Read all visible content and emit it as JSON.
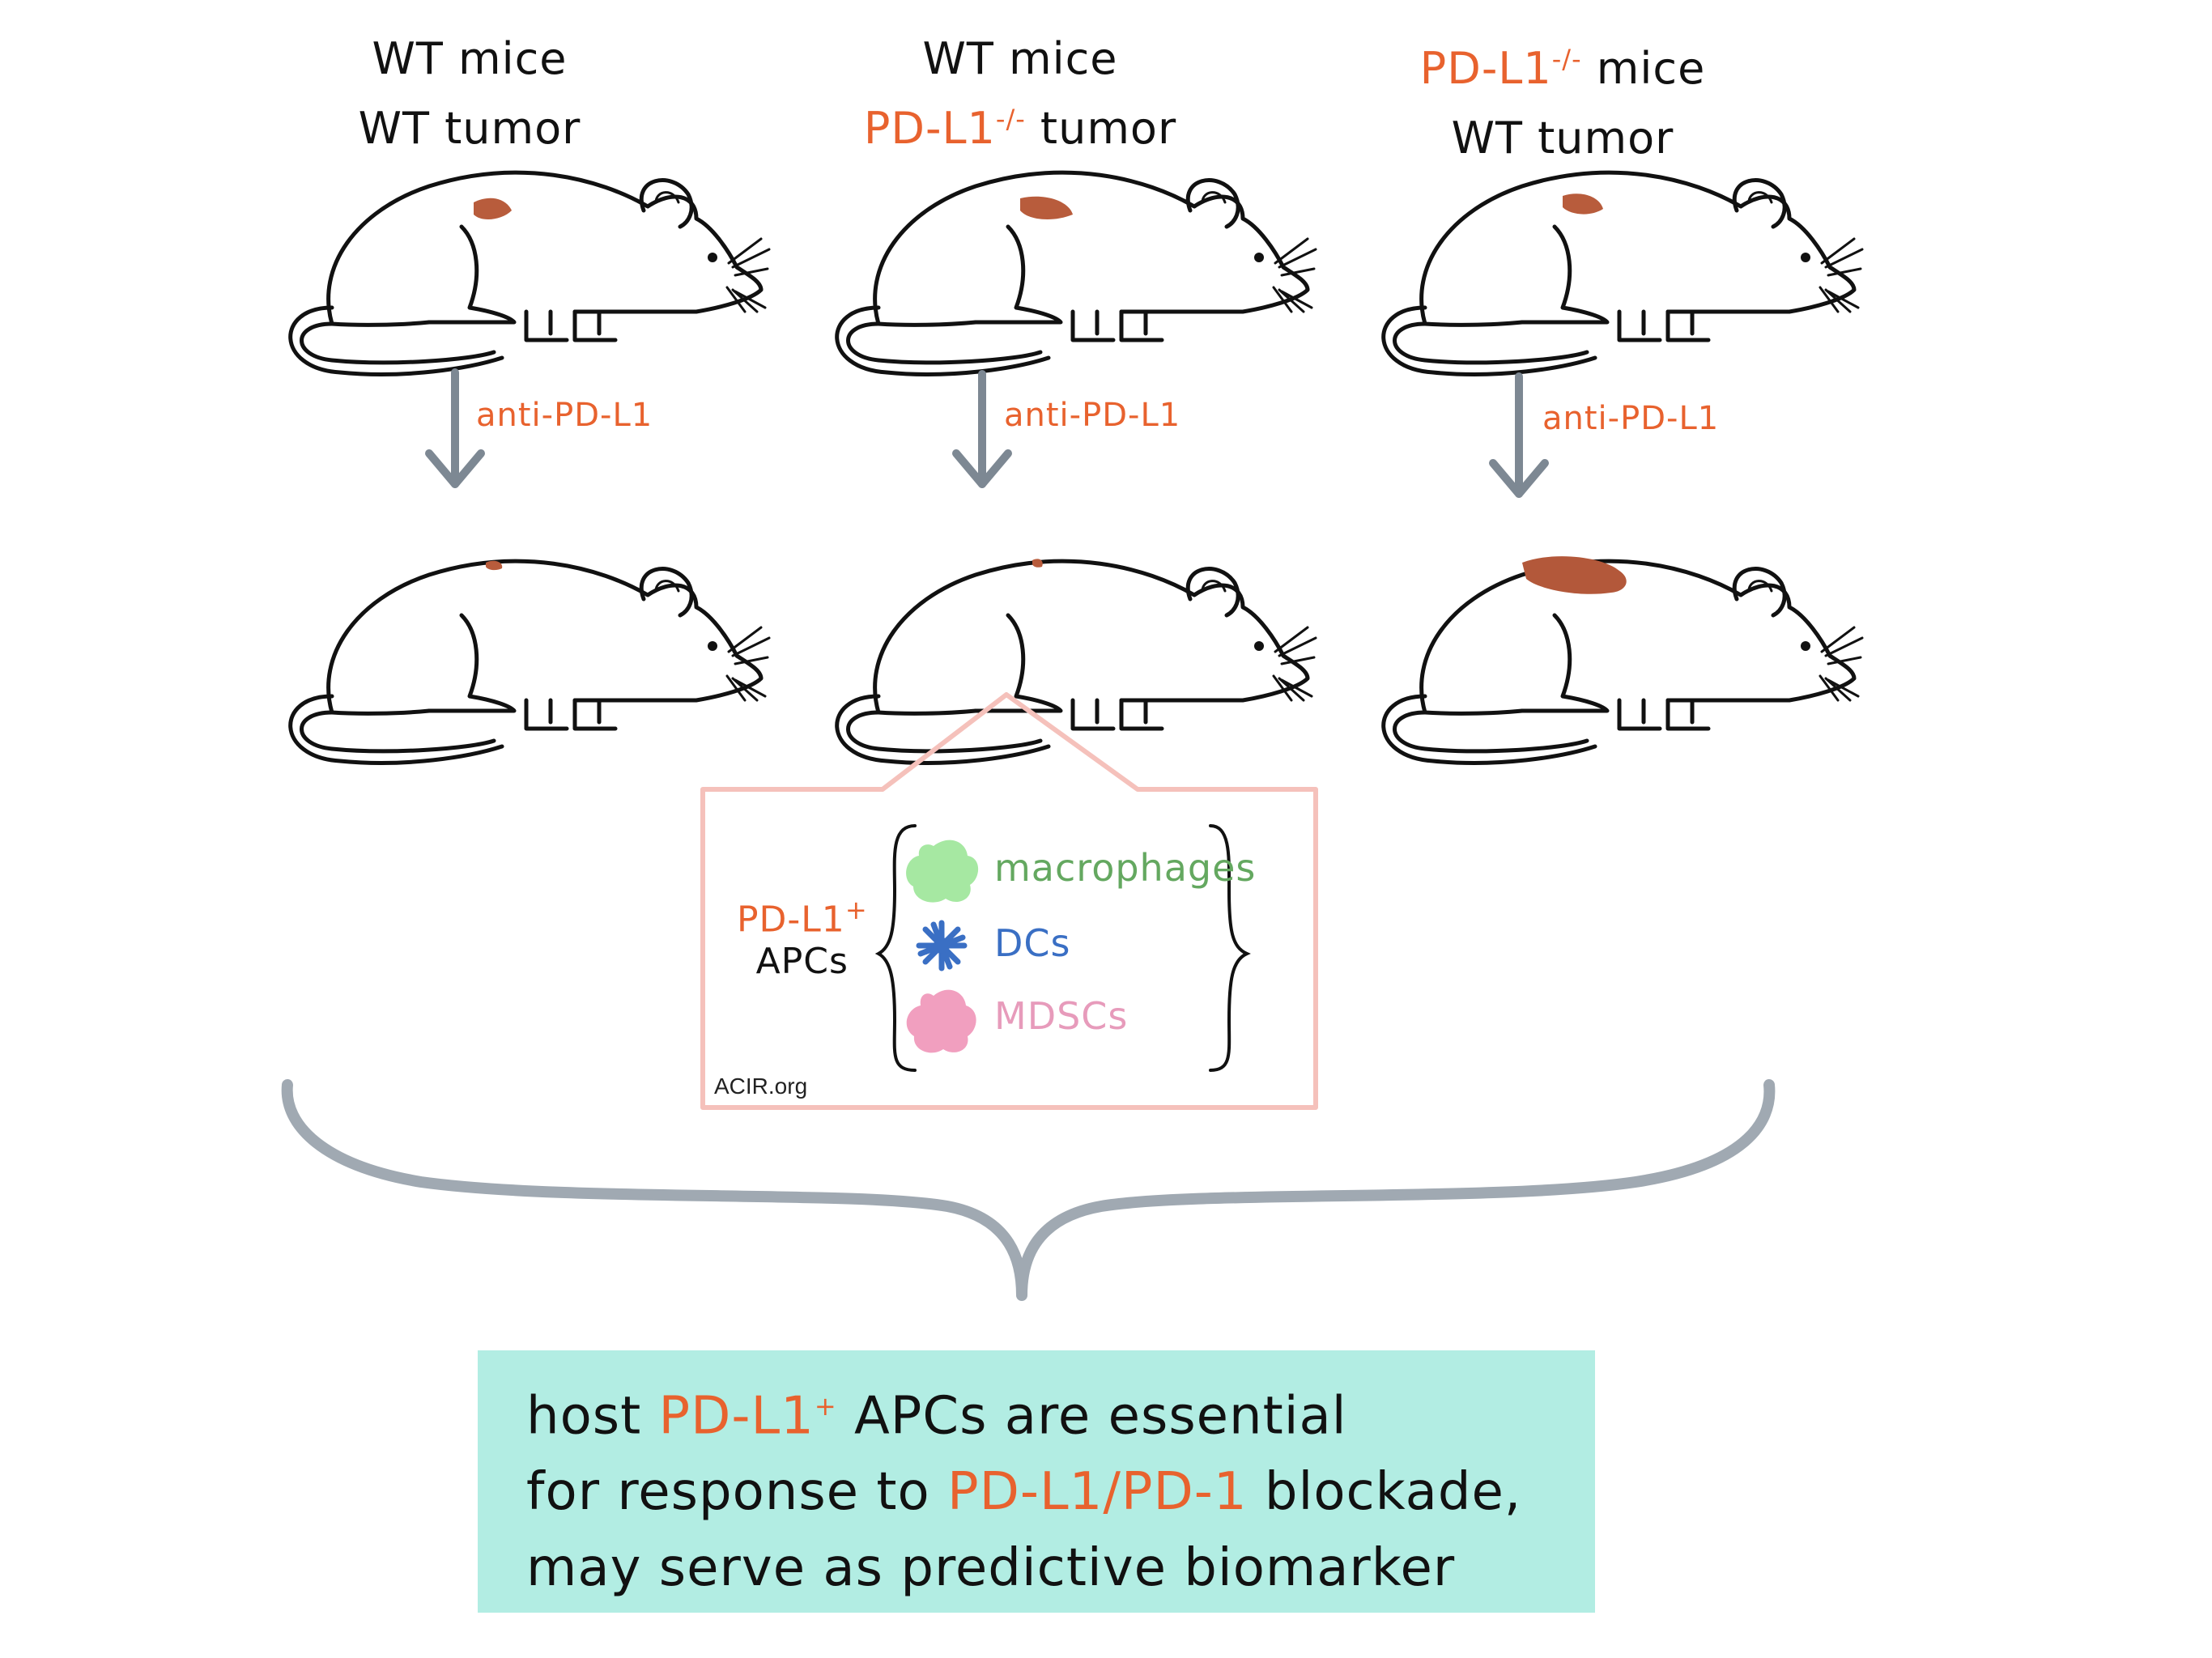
{
  "columns": [
    {
      "mice": "WT mice",
      "tumor": "WT tumor",
      "treatment": "anti-PD-L1"
    },
    {
      "mice": "WT mice",
      "tumor_prefix": "PD-L1",
      "tumor_sup": "-/-",
      "tumor_suffix": " tumor",
      "treatment": "anti-PD-L1"
    },
    {
      "mice_prefix": "PD-L1",
      "mice_sup": "-/-",
      "mice_suffix": " mice",
      "tumor": "WT tumor",
      "treatment": "anti-PD-L1"
    }
  ],
  "inset": {
    "label_main": "PD-L1",
    "label_sup": "+",
    "label_sub": "APCs",
    "cells": [
      {
        "name": "macrophages",
        "color": "#64a860",
        "icon": "green-blob-icon"
      },
      {
        "name": "DCs",
        "color": "#3a6fc4",
        "icon": "blue-star-icon"
      },
      {
        "name": "MDSCs",
        "color": "#e79bbb",
        "icon": "pink-flower-icon"
      }
    ],
    "watermark": "ACIR.org",
    "border_color": "#f5c1bb"
  },
  "conclusion": {
    "line1_a": "host ",
    "line1_b": "PD-L1",
    "line1_sup": "+",
    "line1_c": " APCs are essential",
    "line2_a": "for response to ",
    "line2_b": "PD-L1/PD-1",
    "line2_c": " blockade,",
    "line3": "may serve as predictive biomarker",
    "background": "#b2ede3"
  },
  "colors": {
    "accent_orange": "#e8622e",
    "tumor_brown": "#b85c3c",
    "arrow_gray": "#7d8893",
    "brace_gray": "#a0a9b2"
  }
}
